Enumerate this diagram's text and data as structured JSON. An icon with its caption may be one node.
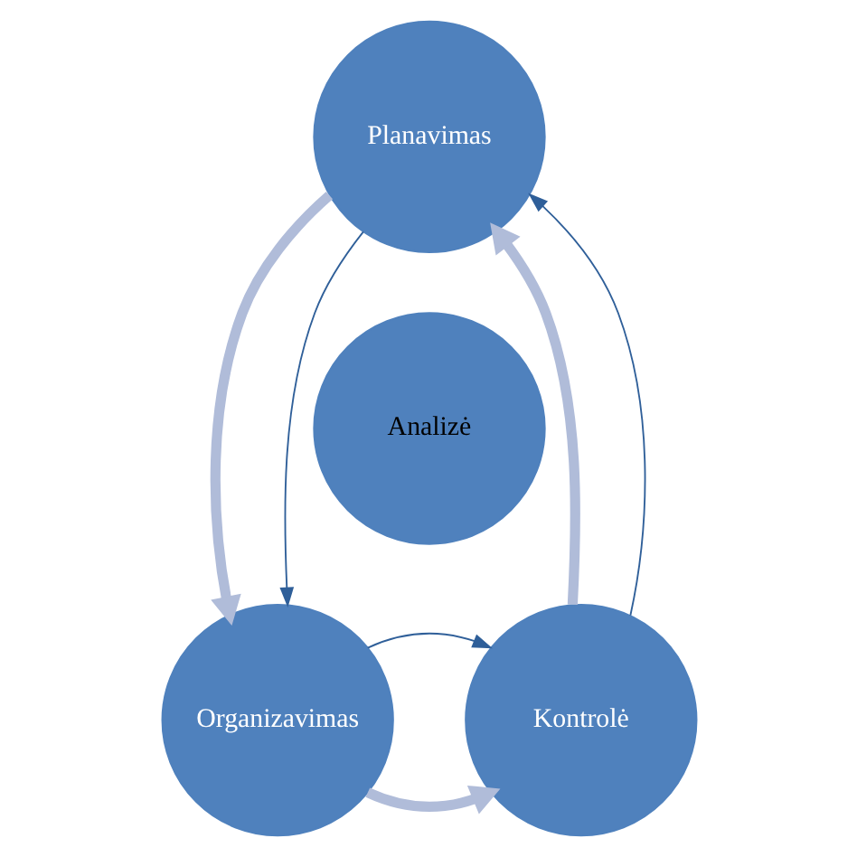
{
  "diagram": {
    "nodes": [
      {
        "text": [
          "Planavimas"
        ]
      },
      {
        "text": [
          "Organizavimas"
        ]
      },
      {
        "text": [
          "Kontrolė"
        ]
      },
      {
        "text": [
          "Analizė"
        ]
      }
    ],
    "edges": [
      {
        "from": 2,
        "to": 0,
        "arrow": "to",
        "style": "thick",
        "color": "#b0bcd9"
      },
      {
        "from": 0,
        "to": 1,
        "arrow": "to",
        "style": "thick",
        "color": "#b0bcd9"
      },
      {
        "from": 1,
        "to": 2,
        "arrow": "to",
        "style": "thick",
        "color": "#b0bcd9"
      },
      {
        "from": 2,
        "to": 0,
        "arrow": "to",
        "color": "#2f5f99"
      },
      {
        "from": 0,
        "to": 1,
        "arrow": "to",
        "color": "#2f5f99"
      },
      {
        "from": 1,
        "to": 2,
        "arrow": "to",
        "color": "#2f5f99"
      }
    ]
  }
}
